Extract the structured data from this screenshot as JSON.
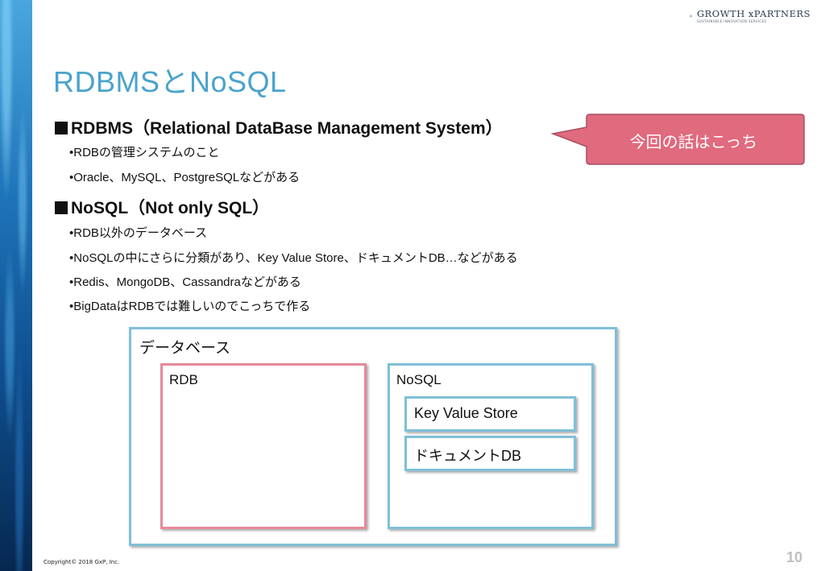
{
  "logo": {
    "name": "GROWTH xPARTNERS",
    "tagline": "SUSTAINABLE INNOVATION SERVICES"
  },
  "title": "RDBMSとNoSQL",
  "sections": [
    {
      "heading": "RDBMS（Relational DataBase Management System）",
      "items": [
        "•RDBの管理システムのこと",
        "•Oracle、MySQL、PostgreSQLなどがある"
      ]
    },
    {
      "heading": "NoSQL（Not only SQL）",
      "items": [
        "•RDB以外のデータベース",
        "•NoSQLの中にさらに分類があり、Key Value Store、ドキュメントDB…などがある",
        "•Redis、MongoDB、Cassandraなどがある",
        "•BigDataはRDBでは難しいのでこっちで作る"
      ]
    }
  ],
  "callout": "今回の話はこっち",
  "diagram": {
    "outer_label": "データベース",
    "rdb_label": "RDB",
    "nosql_label": "NoSQL",
    "kv_label": "Key Value Store",
    "doc_label": "ドキュメントDB"
  },
  "footer": {
    "copyright": "Copyright© 2018 GxP, Inc.",
    "page_number": "10"
  },
  "colors": {
    "title": "#4ba3cc",
    "callout": "#e06a7e",
    "nosql_border": "#7fc0d8",
    "rdb_border": "#e7899a"
  }
}
